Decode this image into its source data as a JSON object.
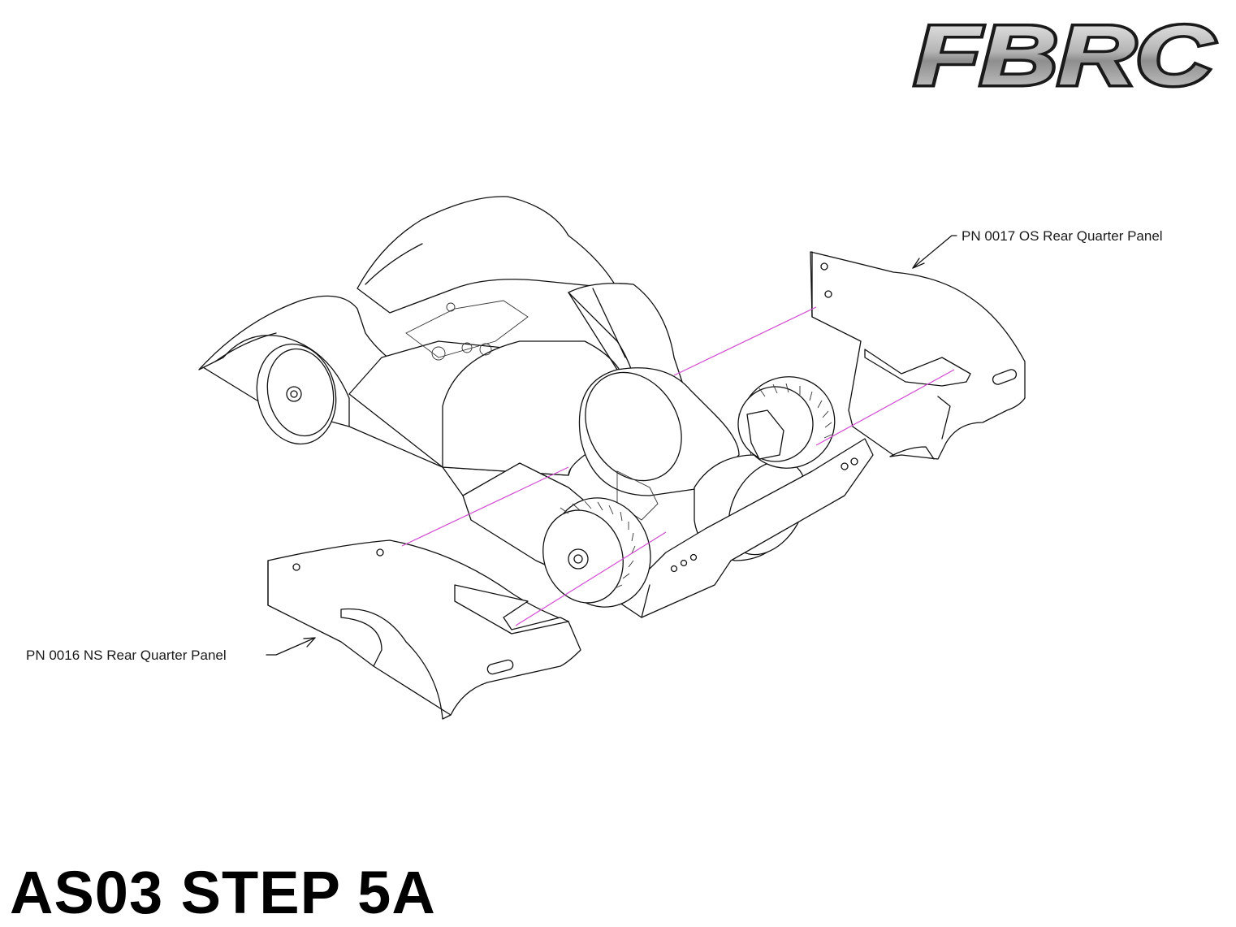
{
  "logo": {
    "text": "FBRC"
  },
  "callouts": {
    "os_panel": "PN 0017 OS Rear Quarter Panel",
    "ns_panel": "PN 0016 NS Rear Quarter Panel"
  },
  "step_title": "AS03 STEP 5A",
  "colors": {
    "line": "#111111",
    "guide": "#d24bd2",
    "logo_fill": "#b8b8b8",
    "logo_outline": "#1a1a1a"
  }
}
